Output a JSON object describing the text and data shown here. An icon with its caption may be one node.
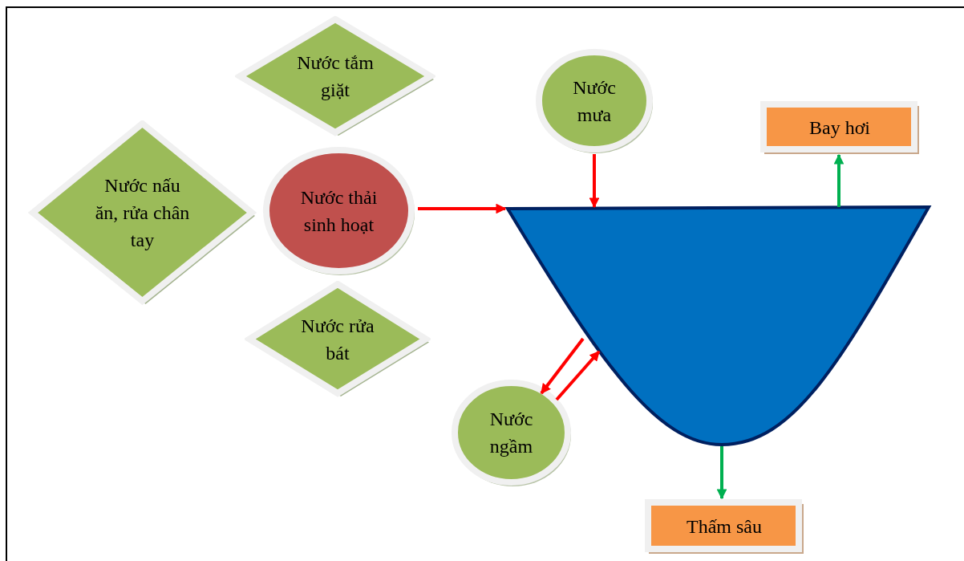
{
  "diagram": {
    "nodes": [
      {
        "text": [
          "Nước tắm giặt"
        ]
      },
      {
        "text": [
          "Nước nấu ăn, rửa chân tay"
        ]
      },
      {
        "text": [
          "Nước thải sinh hoạt"
        ]
      },
      {
        "text": [
          "Nước rửa bát"
        ]
      },
      {
        "text": [
          "Nước mưa"
        ]
      },
      {
        "text": [
          "Bay hơi"
        ]
      },
      {
        "text": [],
        "shape": "basin"
      },
      {
        "text": [
          "Nước ngầm"
        ]
      },
      {
        "text": [
          "Thấm sâu"
        ]
      }
    ],
    "edges": [
      {
        "from": 2,
        "to": 6,
        "arrow": "to"
      },
      {
        "from": 4,
        "to": 6,
        "arrow": "to"
      },
      {
        "from": 6,
        "to": 5,
        "arrow": "to",
        "color": "#00b050"
      },
      {
        "from": 6,
        "to": 7,
        "arrow": "to"
      },
      {
        "from": 7,
        "to": 6,
        "arrow": "to"
      },
      {
        "from": 6,
        "to": 8,
        "arrow": "to",
        "color": "#00b050"
      }
    ]
  }
}
